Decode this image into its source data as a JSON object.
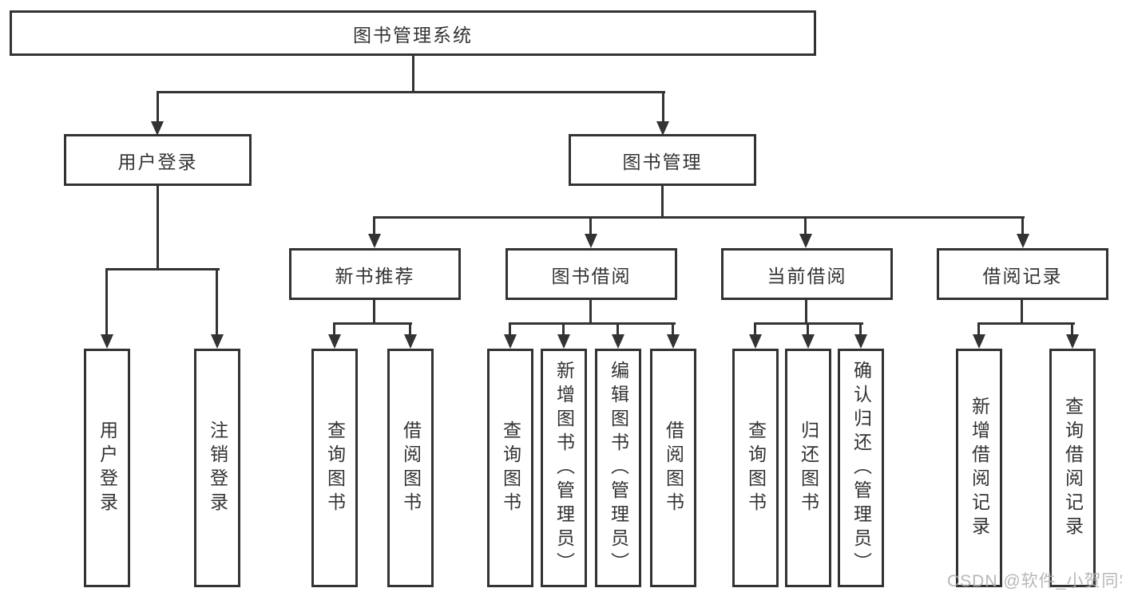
{
  "tree": {
    "root": "图书管理系统",
    "branches": [
      {
        "label": "用户登录",
        "children": [
          "用户登录",
          "注销登录"
        ]
      },
      {
        "label": "图书管理",
        "sections": [
          {
            "label": "新书推荐",
            "children": [
              "查询图书",
              "借阅图书"
            ]
          },
          {
            "label": "图书借阅",
            "children": [
              "查询图书",
              "新增图书（管理员）",
              "编辑图书（管理员）",
              "借阅图书"
            ]
          },
          {
            "label": "当前借阅",
            "children": [
              "查询图书",
              "归还图书",
              "确认归还（管理员）"
            ]
          },
          {
            "label": "借阅记录",
            "children": [
              "新增借阅记录",
              "查询借阅记录"
            ]
          }
        ]
      }
    ]
  },
  "watermark": "CSDN @软件_小贺同学",
  "colors": {
    "line": "#333333",
    "text": "#333333",
    "watermark": "#b0b0b0",
    "box_bg": "#ffffff"
  }
}
